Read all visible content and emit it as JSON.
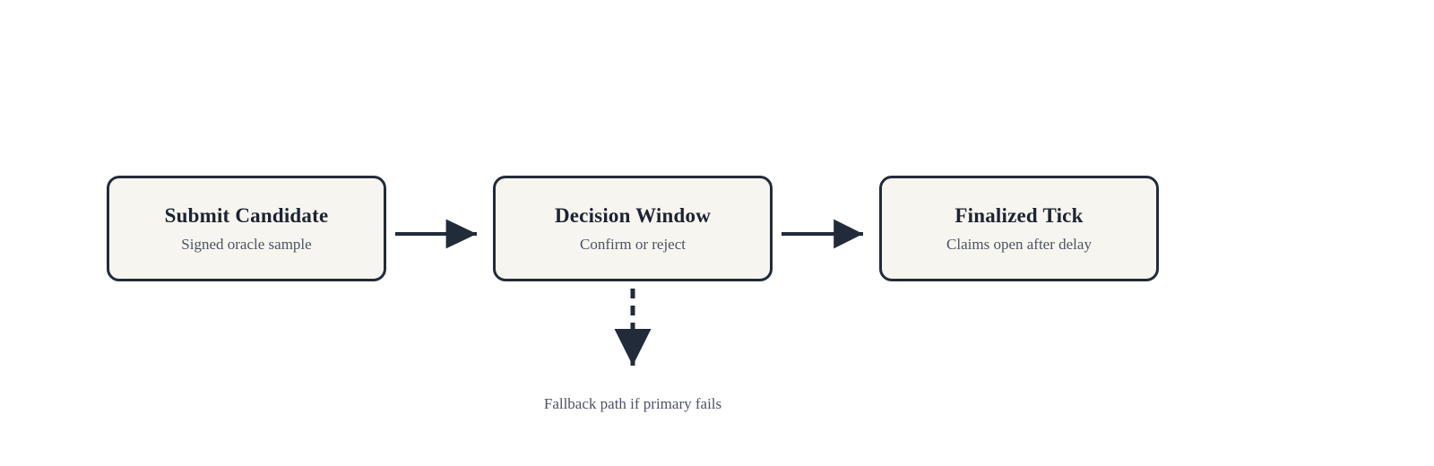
{
  "diagram": {
    "title": "",
    "background_color": "#ffffff",
    "node_fill": "#f7f5ef",
    "node_border_color": "#222b3a",
    "title_color": "#1c2433",
    "subtitle_color": "#4a5464",
    "connector_color": "#222b3a",
    "nodes": [
      {
        "id": "submit-candidate",
        "title": "Submit Candidate",
        "subtitle": "Signed oracle sample"
      },
      {
        "id": "decision-window",
        "title": "Decision Window",
        "subtitle": "Confirm or reject"
      },
      {
        "id": "finalized-tick",
        "title": "Finalized Tick",
        "subtitle": "Claims open after delay"
      }
    ],
    "edges": [
      {
        "id": "submit-to-decision",
        "from": "submit-candidate",
        "to": "decision-window",
        "style": "solid",
        "direction": "right",
        "label": ""
      },
      {
        "id": "decision-to-finalized",
        "from": "decision-window",
        "to": "finalized-tick",
        "style": "solid",
        "direction": "right",
        "label": ""
      },
      {
        "id": "decision-fallback",
        "from": "decision-window",
        "to": "",
        "style": "dashed",
        "direction": "down",
        "label": "Fallback path if primary fails"
      }
    ]
  }
}
